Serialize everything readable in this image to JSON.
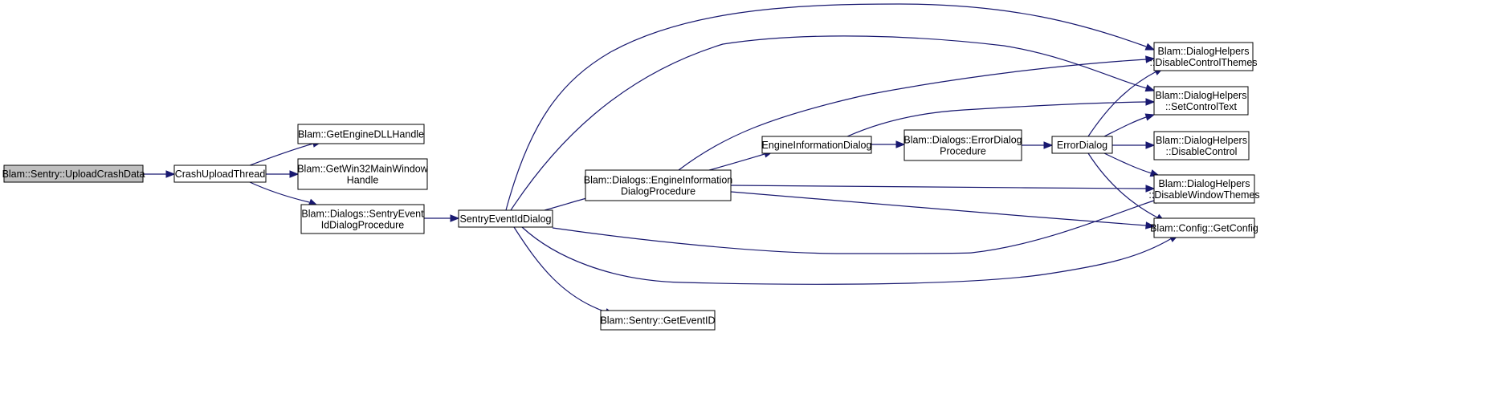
{
  "graph": {
    "nodes": [
      {
        "id": "upload",
        "lines": [
          "Blam::Sentry::UploadCrashData"
        ],
        "root": true
      },
      {
        "id": "crash",
        "lines": [
          "CrashUploadThread"
        ]
      },
      {
        "id": "getdll",
        "lines": [
          "Blam::GetEngineDLLHandle"
        ]
      },
      {
        "id": "getwin",
        "lines": [
          "Blam::GetWin32MainWindow",
          "Handle"
        ]
      },
      {
        "id": "sentryproc",
        "lines": [
          "Blam::Dialogs::SentryEvent",
          "IdDialogProcedure"
        ]
      },
      {
        "id": "sentrydlg",
        "lines": [
          "SentryEventIdDialog"
        ]
      },
      {
        "id": "getevent",
        "lines": [
          "Blam::Sentry::GetEventID"
        ]
      },
      {
        "id": "engproc",
        "lines": [
          "Blam::Dialogs::EngineInformation",
          "DialogProcedure"
        ]
      },
      {
        "id": "engdlg",
        "lines": [
          "EngineInformationDialog"
        ]
      },
      {
        "id": "errproc",
        "lines": [
          "Blam::Dialogs::ErrorDialog",
          "Procedure"
        ]
      },
      {
        "id": "errdlg",
        "lines": [
          "ErrorDialog"
        ]
      },
      {
        "id": "disctheme",
        "lines": [
          "Blam::DialogHelpers",
          "::DisableControlThemes"
        ]
      },
      {
        "id": "settext",
        "lines": [
          "Blam::DialogHelpers",
          "::SetControlText"
        ]
      },
      {
        "id": "disctrl",
        "lines": [
          "Blam::DialogHelpers",
          "::DisableControl"
        ]
      },
      {
        "id": "diswin",
        "lines": [
          "Blam::DialogHelpers",
          "::DisableWindowThemes"
        ]
      },
      {
        "id": "getconfig",
        "lines": [
          "Blam::Config::GetConfig"
        ]
      }
    ],
    "edges": [
      {
        "from": "upload",
        "to": "crash"
      },
      {
        "from": "crash",
        "to": "getdll"
      },
      {
        "from": "crash",
        "to": "getwin"
      },
      {
        "from": "crash",
        "to": "sentryproc"
      },
      {
        "from": "sentryproc",
        "to": "sentrydlg"
      },
      {
        "from": "sentrydlg",
        "to": "disctheme"
      },
      {
        "from": "sentrydlg",
        "to": "settext"
      },
      {
        "from": "sentrydlg",
        "to": "engproc"
      },
      {
        "from": "sentrydlg",
        "to": "diswin"
      },
      {
        "from": "sentrydlg",
        "to": "getconfig"
      },
      {
        "from": "sentrydlg",
        "to": "getevent"
      },
      {
        "from": "engproc",
        "to": "disctheme"
      },
      {
        "from": "engproc",
        "to": "engdlg"
      },
      {
        "from": "engproc",
        "to": "diswin"
      },
      {
        "from": "engproc",
        "to": "getconfig"
      },
      {
        "from": "engdlg",
        "to": "errproc"
      },
      {
        "from": "engdlg",
        "to": "settext"
      },
      {
        "from": "errproc",
        "to": "errdlg"
      },
      {
        "from": "errdlg",
        "to": "disctheme"
      },
      {
        "from": "errdlg",
        "to": "settext"
      },
      {
        "from": "errdlg",
        "to": "disctrl"
      },
      {
        "from": "errdlg",
        "to": "diswin"
      },
      {
        "from": "errdlg",
        "to": "getconfig"
      }
    ],
    "colors": {
      "edge": "#191970",
      "root_fill": "#bfbfbf",
      "node_fill": "#ffffff",
      "border": "#000000"
    }
  }
}
